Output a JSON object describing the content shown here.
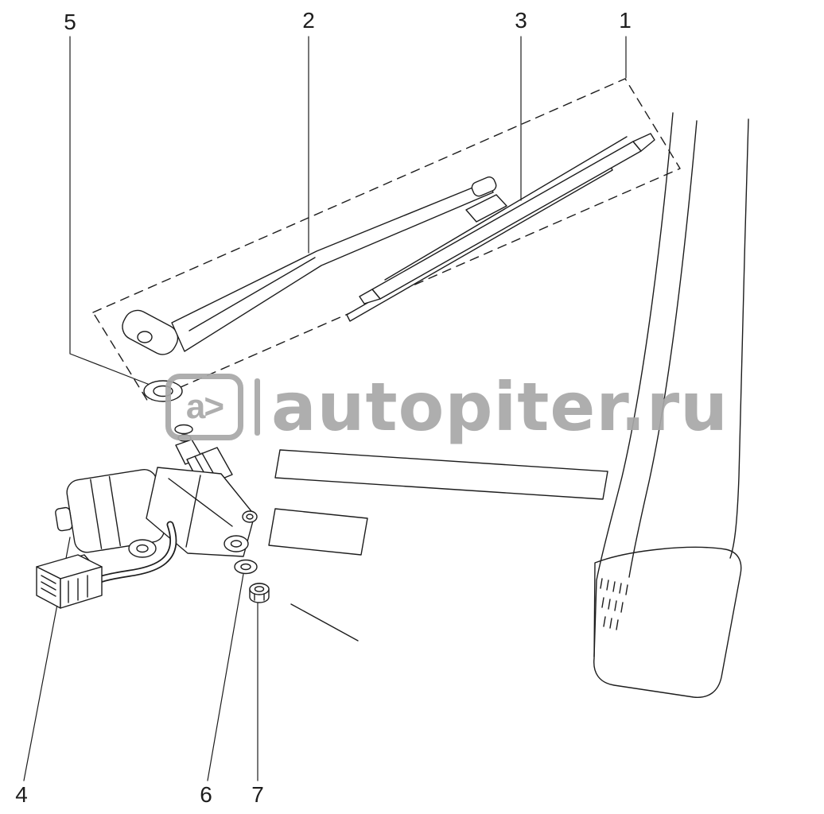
{
  "colors": {
    "line": "#1d1d1d",
    "watermark": "#a8a8a8",
    "background": "#ffffff"
  },
  "watermark": {
    "logo": "a>",
    "text": "autopiter.ru"
  },
  "callouts": {
    "c1": {
      "label": "1"
    },
    "c2": {
      "label": "2"
    },
    "c3": {
      "label": "3"
    },
    "c4": {
      "label": "4"
    },
    "c5": {
      "label": "5"
    },
    "c6": {
      "label": "6"
    },
    "c7": {
      "label": "7"
    }
  }
}
